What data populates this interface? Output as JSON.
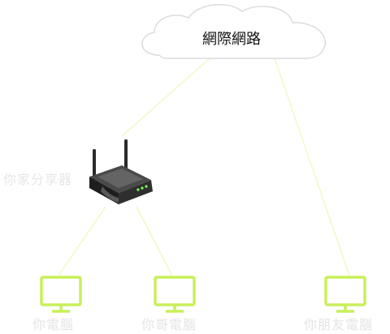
{
  "diagram": {
    "cloud": {
      "label": "網際網路",
      "icon": "cloud-icon"
    },
    "router": {
      "label": "你家分享器",
      "icon": "wireless-router-icon"
    },
    "computers": [
      {
        "label": "你電腦",
        "icon": "monitor-icon"
      },
      {
        "label": "你哥電腦",
        "icon": "monitor-icon"
      },
      {
        "label": "你朋友電腦",
        "icon": "monitor-icon"
      }
    ],
    "colors": {
      "monitor": "#c8ef5a",
      "link": "#f0f8c8",
      "cloud_outline": "#dcdcdc"
    }
  }
}
